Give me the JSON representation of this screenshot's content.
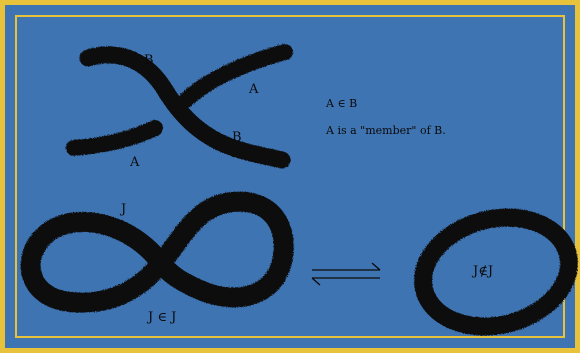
{
  "labels": {
    "b_top": "B",
    "a_right": "A",
    "b_bottom": "B",
    "a_left": "A",
    "j_curve": "J"
  },
  "notes": {
    "membership": "A ∈ B",
    "description": "A is a \"member\" of B."
  },
  "relations": {
    "figure_eight": "J ∈ J",
    "loop": "J∉J"
  },
  "colors": {
    "background": "#3f74b2",
    "border": "#e8c23a",
    "ink": "#0a0a0a"
  },
  "icons": {
    "arrow": "double-harpoon-arrow"
  }
}
